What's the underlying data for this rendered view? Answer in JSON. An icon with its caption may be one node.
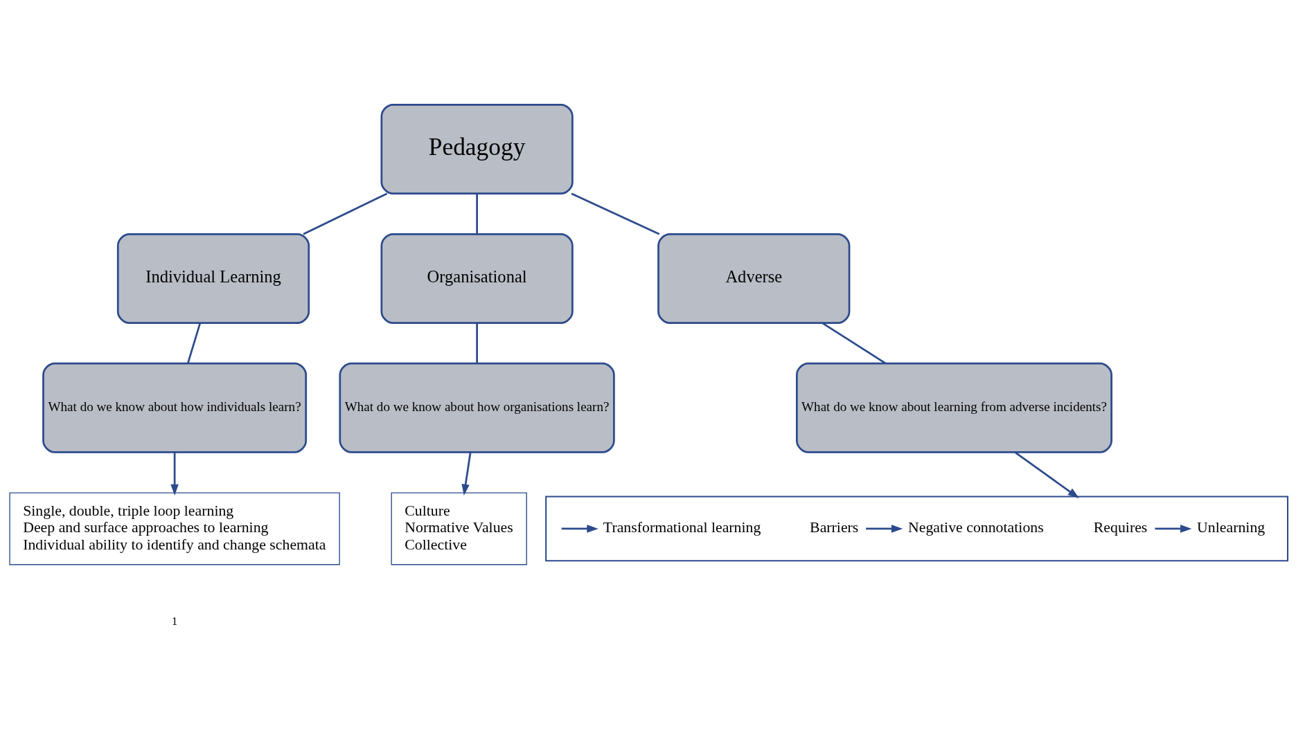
{
  "diagram": {
    "nodes": [
      {
        "text": [
          "Pedagogy"
        ]
      },
      {
        "text": [
          "Individual Learning"
        ]
      },
      {
        "text": [
          "Organisational"
        ]
      },
      {
        "text": [
          "Adverse"
        ]
      },
      {
        "text": [
          "What do we know about how individuals learn?"
        ]
      },
      {
        "text": [
          "What do we know about how organisations learn?"
        ]
      },
      {
        "text": [
          "What do we know about learning from adverse incidents?"
        ]
      },
      {
        "text": [
          "Single, double, triple loop learning",
          "Deep and surface approaches to learning",
          "Individual ability to identify and change schemata"
        ]
      },
      {
        "text": [
          "Culture",
          "Normative Values",
          "Collective"
        ]
      },
      {
        "text": [],
        "shape": "box"
      },
      {
        "text": [
          "Requires"
        ],
        "in": 9
      },
      {
        "text": [
          "Unlearning"
        ],
        "in": 9
      },
      {
        "text": [
          "Transformational learning"
        ],
        "in": 9
      },
      {
        "text": [
          "Barriers"
        ],
        "in": 9
      },
      {
        "text": [
          "Negative connotations"
        ],
        "in": 9
      }
    ],
    "edges": [
      {
        "from": 0,
        "to": 1,
        "arrow": "none"
      },
      {
        "from": 0,
        "to": 2,
        "arrow": "none"
      },
      {
        "from": 0,
        "to": 3,
        "arrow": "none"
      },
      {
        "from": 1,
        "to": 4,
        "arrow": "none"
      },
      {
        "from": 2,
        "to": 5,
        "arrow": "none"
      },
      {
        "from": 3,
        "to": 6,
        "arrow": "none"
      },
      {
        "from": 4,
        "to": 7,
        "arrow": "to"
      },
      {
        "from": 5,
        "to": 8,
        "arrow": "to"
      },
      {
        "from": 6,
        "to": 9,
        "arrow": "to"
      },
      {
        "from": 10,
        "to": 11,
        "arrow": "to"
      },
      {
        "from": null,
        "to": 12,
        "arrow": "to"
      },
      {
        "from": 13,
        "to": 14,
        "arrow": "to"
      }
    ],
    "labels": [
      "1"
    ]
  }
}
